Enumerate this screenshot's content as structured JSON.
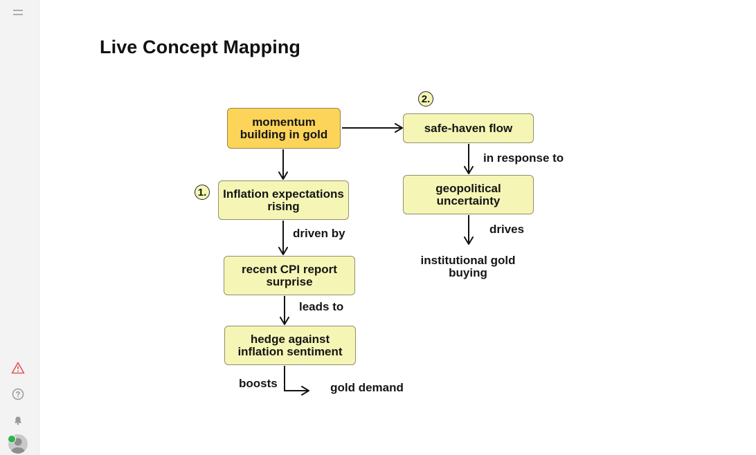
{
  "page": {
    "title": "Live Concept Mapping"
  },
  "sidebar": {
    "icons": [
      "menu-icon",
      "alert-icon",
      "help-icon",
      "bell-icon",
      "avatar"
    ],
    "colors": {
      "alert": "#e05656",
      "muted": "#9a9a9a",
      "online": "#2fb34a"
    }
  },
  "diagram": {
    "colors": {
      "main_node": "#fcd45a",
      "node": "#f5f6b5",
      "stroke": "#111111"
    },
    "markers": {
      "first": "1.",
      "second": "2."
    },
    "nodes": {
      "momentum": "momentum building in gold",
      "inflation": "Inflation expectations rising",
      "cpi": "recent CPI report surprise",
      "hedge": "hedge against inflation sentiment",
      "gold_demand": "gold demand",
      "safe_haven": "safe-haven flow",
      "geopolitical": "geopolitical uncertainty",
      "institutional": "institutional gold buying"
    },
    "edges": {
      "driven_by": "driven by",
      "leads_to": "leads to",
      "boosts": "boosts",
      "in_response_to": "in response to",
      "drives": "drives"
    }
  }
}
